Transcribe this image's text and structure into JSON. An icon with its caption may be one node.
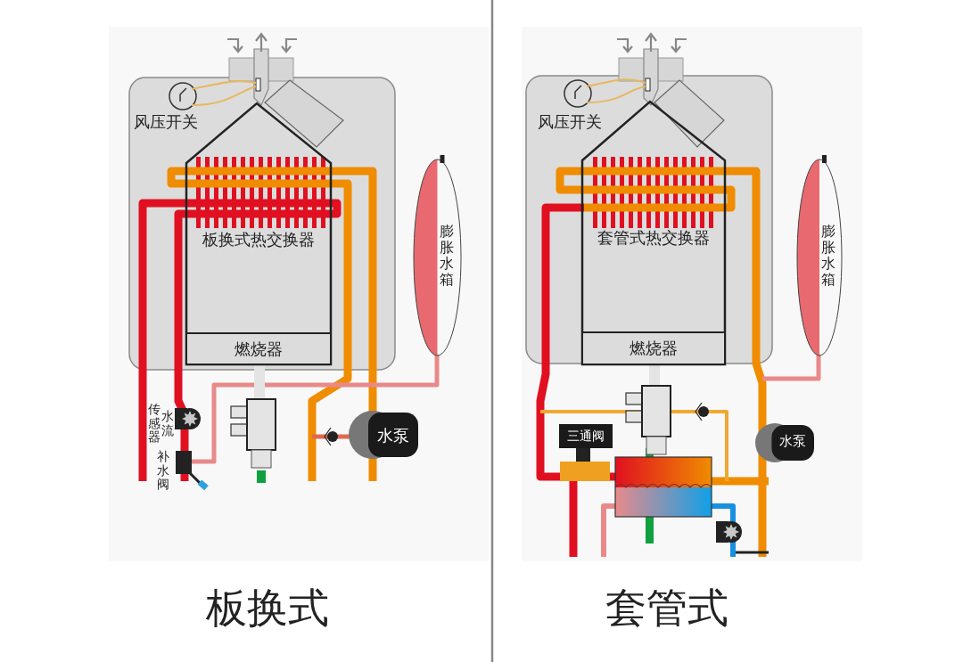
{
  "diagram": {
    "nodes": [
      {
        "text": [
          "板换式热交换器"
        ]
      },
      {
        "text": [
          "燃烧器"
        ],
        "in": 0
      },
      {
        "text": [
          "膨胀水箱"
        ]
      },
      {
        "text": [
          "水泵"
        ]
      },
      {
        "text": [
          "套管式热交换器"
        ]
      },
      {
        "text": [
          "燃烧器"
        ],
        "in": 4
      },
      {
        "text": [
          "膨胀水箱"
        ]
      },
      {
        "text": [
          "三通阀"
        ]
      },
      {
        "text": [
          "水泵"
        ]
      }
    ],
    "labels": [
      "风压开关",
      "水流",
      "传感器",
      "补水阀",
      "板换式",
      "风压开关",
      "套管式"
    ]
  }
}
